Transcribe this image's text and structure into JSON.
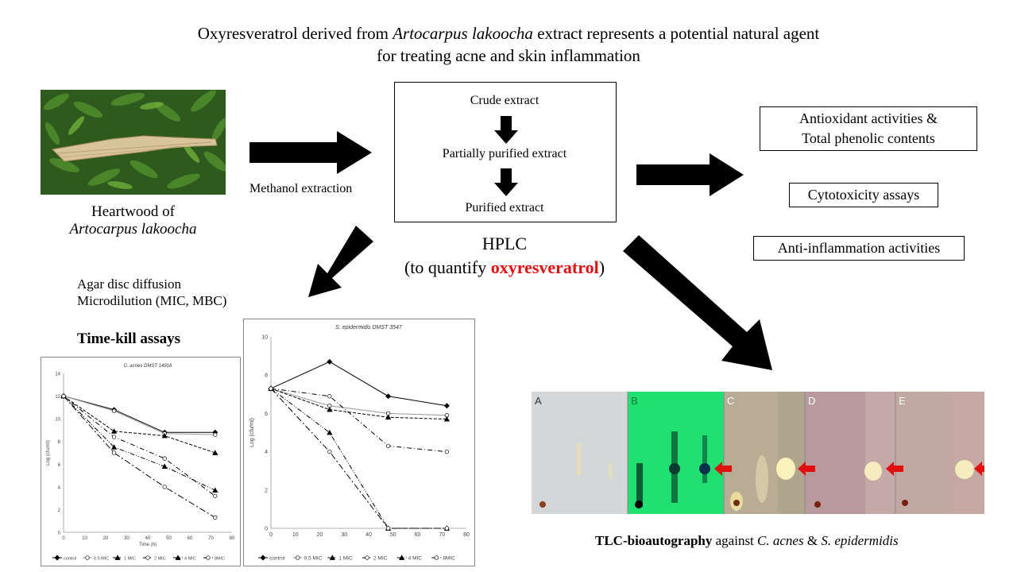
{
  "title": {
    "pre": "Oxyresveratrol derived from ",
    "species": "Artocarpus lakoocha",
    "post": " extract represents a potential natural agent",
    "line2": "for treating acne and skin inflammation"
  },
  "source": {
    "caption_line1": "Heartwood of",
    "caption_line2": "Artocarpus lakoocha",
    "arrow_label": "Methanol extraction"
  },
  "process": {
    "steps": [
      "Crude extract",
      "Partially purified extract",
      "Purified extract"
    ]
  },
  "hplc": {
    "line1": "HPLC",
    "line2_pre": "(to quantify ",
    "line2_compound": "oxyresveratrol",
    "line2_post": ")"
  },
  "assays_right": {
    "box1_line1": "Antioxidant activities &",
    "box1_line2": "Total phenolic contents",
    "box2": "Cytotoxicity assays",
    "box3": "Anti-inflammation activities"
  },
  "assays_left": {
    "line1": "Agar disc diffusion",
    "line2": "Microdilution (MIC, MBC)",
    "timekill_title": "Time-kill assays"
  },
  "tlc": {
    "panel_labels": [
      "A",
      "B",
      "C",
      "D",
      "E"
    ],
    "caption_bold": "TLC-bioautography",
    "caption_mid": " against ",
    "caption_org1": "C. acnes",
    "caption_amp": " & ",
    "caption_org2": "S. epidermidis"
  },
  "colors": {
    "highlight": "#e01010",
    "tlc_green": "#1fe070"
  },
  "chart_data": [
    {
      "type": "line",
      "title": "C. acnes DMST 14916",
      "xlabel": "Time (h)",
      "ylabel": "Log (cfu/ml)",
      "xlim": [
        0,
        80
      ],
      "ylim": [
        0,
        14
      ],
      "xticks": [
        0,
        10,
        20,
        30,
        40,
        50,
        60,
        70,
        80
      ],
      "yticks": [
        0,
        2,
        4,
        6,
        8,
        10,
        12,
        14
      ],
      "x": [
        0,
        24,
        48,
        72
      ],
      "series": [
        {
          "name": "control",
          "values": [
            12.0,
            10.8,
            8.8,
            8.8
          ]
        },
        {
          "name": "0.5 MIC",
          "values": [
            12.0,
            10.7,
            8.7,
            8.6
          ]
        },
        {
          "name": "1 MIC",
          "values": [
            12.0,
            8.9,
            8.5,
            7.0
          ]
        },
        {
          "name": "2 MIC",
          "values": [
            12.0,
            8.4,
            6.5,
            3.2
          ]
        },
        {
          "name": "4 MIC",
          "values": [
            12.0,
            7.5,
            5.8,
            3.7
          ]
        },
        {
          "name": "8MIC",
          "values": [
            12.0,
            7.0,
            4.0,
            1.3
          ]
        }
      ],
      "legend": "bottom"
    },
    {
      "type": "line",
      "title": "S. epidermidis DMST 3547",
      "xlabel": "",
      "ylabel": "Log (cfu/ml)",
      "xlim": [
        0,
        80
      ],
      "ylim": [
        0,
        10
      ],
      "xticks": [
        0,
        10,
        20,
        30,
        40,
        50,
        60,
        70,
        80
      ],
      "yticks": [
        0,
        2,
        4,
        6,
        8,
        10
      ],
      "x": [
        0,
        24,
        48,
        72
      ],
      "series": [
        {
          "name": "control",
          "values": [
            7.3,
            8.7,
            6.9,
            6.4
          ]
        },
        {
          "name": "0.5 MIC",
          "values": [
            7.3,
            6.4,
            6.0,
            5.9
          ]
        },
        {
          "name": "1 MIC",
          "values": [
            7.3,
            6.2,
            5.8,
            5.7
          ]
        },
        {
          "name": "2 MIC",
          "values": [
            7.3,
            6.9,
            4.3,
            4.0
          ]
        },
        {
          "name": "4 MIC",
          "values": [
            7.3,
            5.0,
            0.0,
            0.0
          ]
        },
        {
          "name": "8MIC",
          "values": [
            7.3,
            4.0,
            0.0,
            0.0
          ]
        }
      ],
      "legend": "bottom"
    }
  ]
}
